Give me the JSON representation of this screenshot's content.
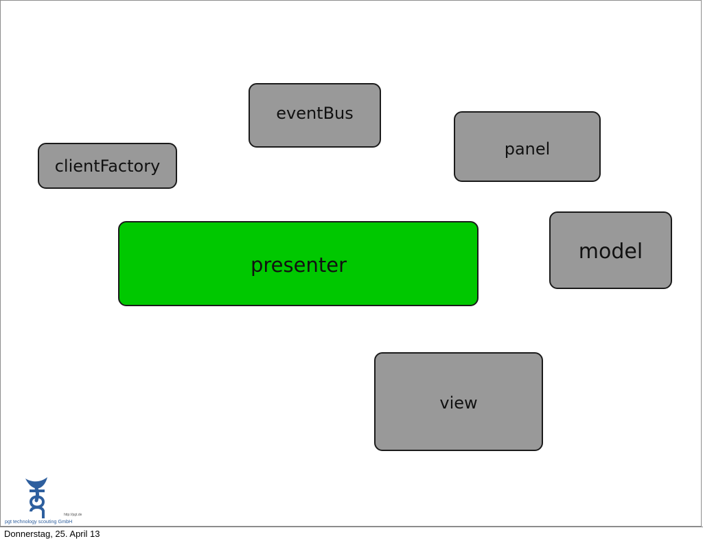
{
  "diagram": {
    "boxes": {
      "eventbus": "eventBus",
      "panel": "panel",
      "clientfactory": "clientFactory",
      "model": "model",
      "presenter": "presenter",
      "view": "view"
    },
    "colors": {
      "component_fill": "#999999",
      "presenter_fill": "#00c800",
      "border": "#1a1a1a"
    }
  },
  "logo": {
    "company": "pgt technology scouting GmbH",
    "url": "http://pgt.de",
    "mark": "pgt"
  },
  "footer": {
    "date": "Donnerstag, 25. April 13"
  }
}
